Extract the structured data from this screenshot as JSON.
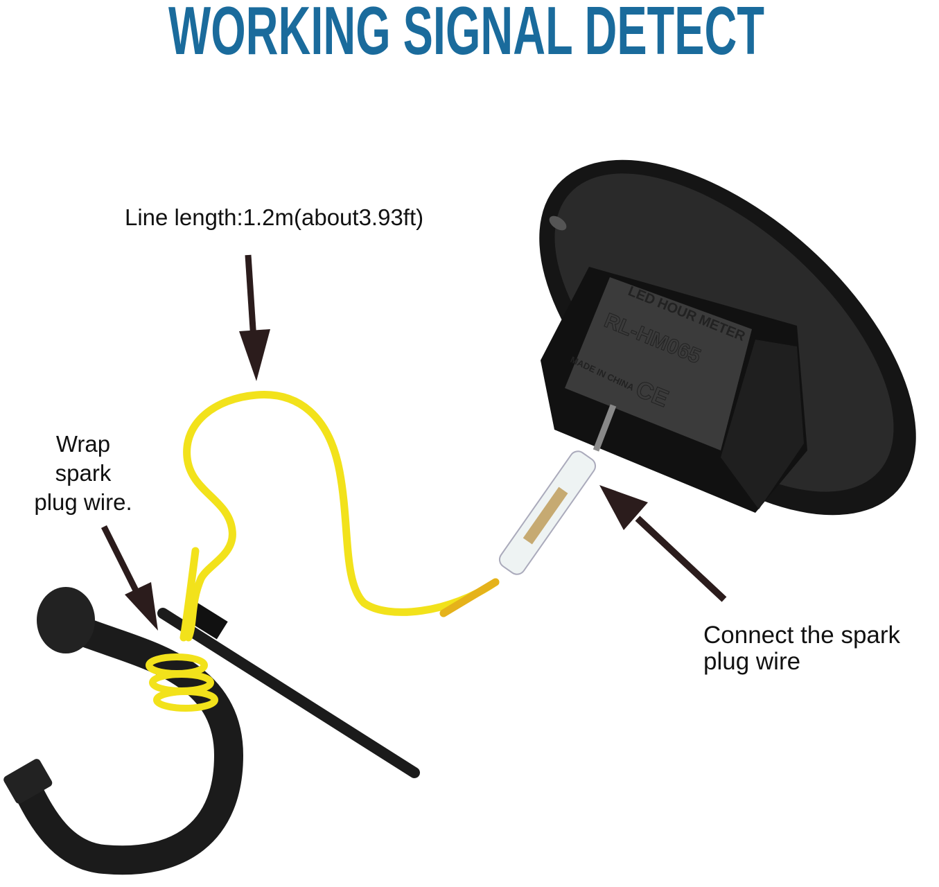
{
  "title": "WORKING SIGNAL DETECT",
  "colors": {
    "title": "#1a6b9c",
    "wire": "#f2e21b",
    "device": "#1a1a1a",
    "arrow": "#2b1c1c"
  },
  "labels": {
    "line_length": "Line length:1.2m(about3.93ft)",
    "wrap_line1": "Wrap",
    "wrap_line2": "spark",
    "wrap_line3": "plug wire.",
    "connect_line1": "Connect the spark",
    "connect_line2": "plug wire"
  },
  "device": {
    "product_line": "LED HOUR METER",
    "model": "RL-HM065",
    "origin": "MADE IN CHINA",
    "mark": "CE"
  }
}
